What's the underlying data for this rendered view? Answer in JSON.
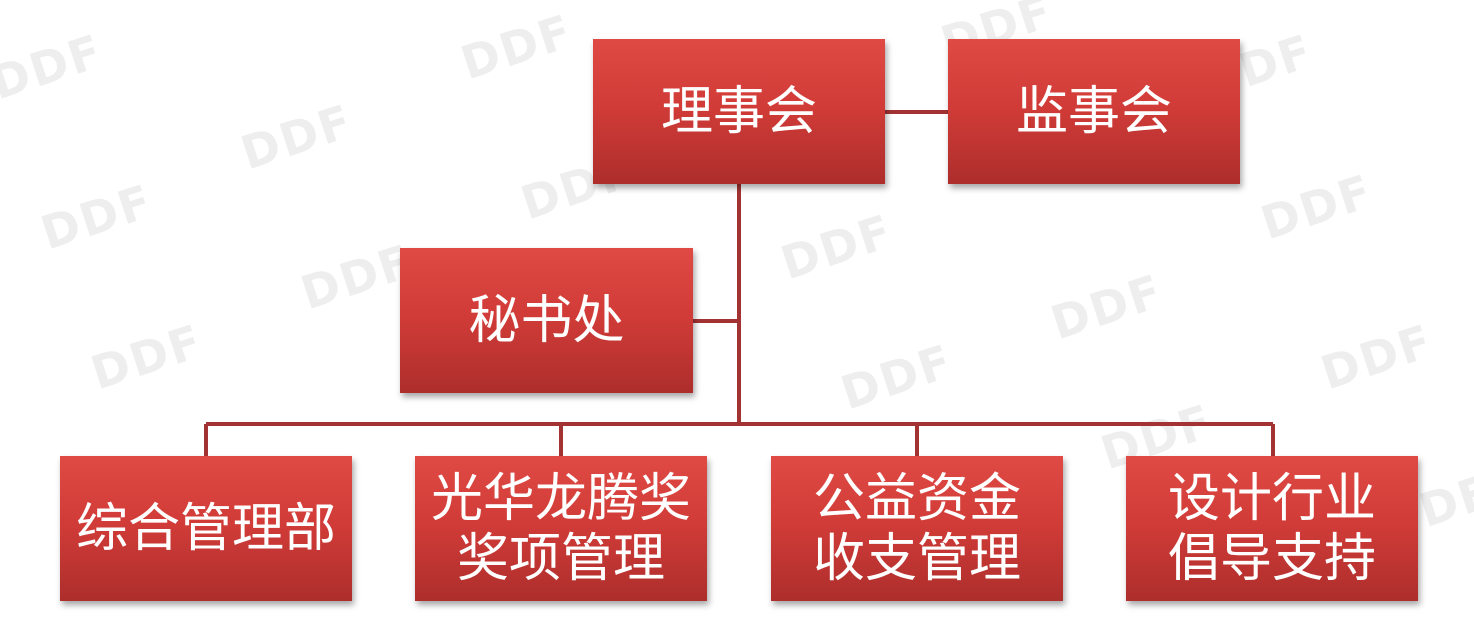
{
  "watermark_text": "DDF",
  "colors": {
    "node_fill": "#d23c38",
    "connector": "#a33333",
    "text": "#ffffff"
  },
  "nodes": {
    "board": {
      "label": "理事会"
    },
    "supervisors": {
      "label": "监事会"
    },
    "secretariat": {
      "label": "秘书处"
    },
    "general_management": {
      "label": "综合管理部"
    },
    "award_management": {
      "label": "光华龙腾奖\n奖项管理"
    },
    "fund_management": {
      "label": "公益资金\n收支管理"
    },
    "industry_support": {
      "label": "设计行业\n倡导支持"
    }
  }
}
